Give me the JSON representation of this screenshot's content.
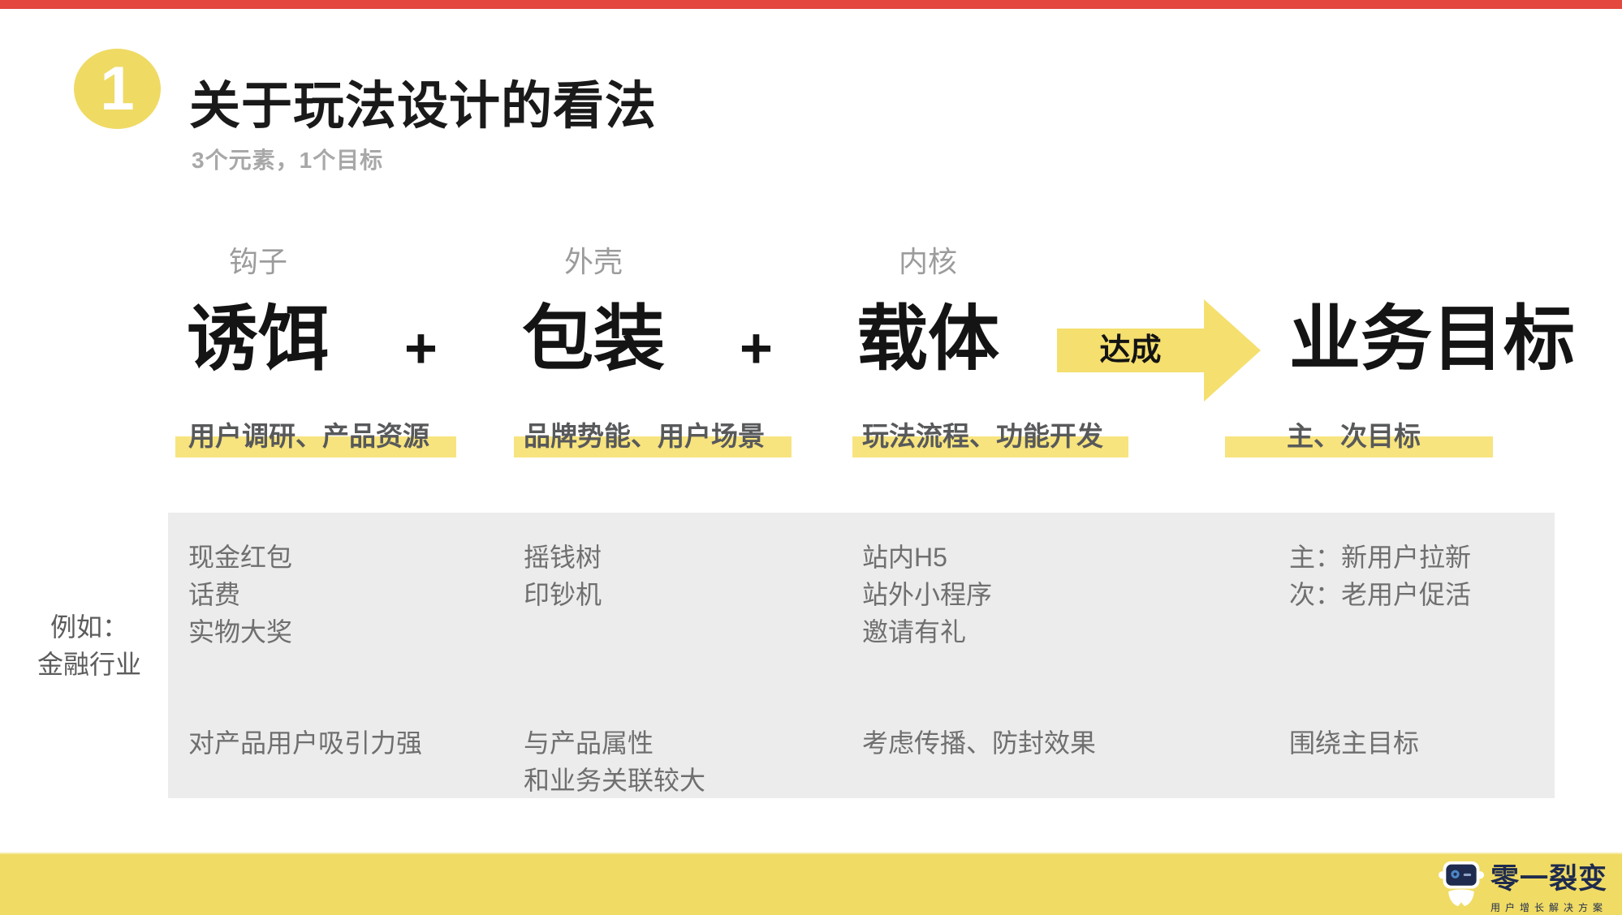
{
  "slide": {
    "badge_number": "1",
    "title": "关于玩法设计的看法",
    "subtitle": "3个元素，1个目标"
  },
  "formula": {
    "plus": "+",
    "arrow_label": "达成",
    "columns": [
      {
        "tag": "钩子",
        "term": "诱饵",
        "highlight": "用户调研、产品资源"
      },
      {
        "tag": "外壳",
        "term": "包装",
        "highlight": "品牌势能、用户场景"
      },
      {
        "tag": "内核",
        "term": "载体",
        "highlight": "玩法流程、功能开发"
      }
    ],
    "result": {
      "term": "业务目标",
      "highlight": "主、次目标"
    }
  },
  "example": {
    "label": "例如：\n金融行业",
    "columns": [
      {
        "items": [
          "现金红包",
          "话费",
          "实物大奖"
        ],
        "note": "对产品用户吸引力强"
      },
      {
        "items": [
          "摇钱树",
          "印钞机"
        ],
        "note": "与产品属性\n和业务关联较大"
      },
      {
        "items": [
          "站内H5",
          "站外小程序",
          "邀请有礼"
        ],
        "note": "考虑传播、防封效果"
      },
      {
        "items": [
          "主：新用户拉新",
          "次：老用户促活"
        ],
        "note": "围绕主目标"
      }
    ]
  },
  "footer": {
    "brand_name": "零一裂变",
    "tagline": "用户增长解决方案"
  },
  "colors": {
    "top-bar-red": "#E3473D",
    "accent-yellow": "#EFDA64",
    "highlight-yellow": "#F7E47E",
    "arrow-yellow": "#F5DF6E",
    "footer-yellow": "#F0DB64",
    "box-gray": "#ECECEC",
    "logo-navy": "#1E2B4E"
  }
}
